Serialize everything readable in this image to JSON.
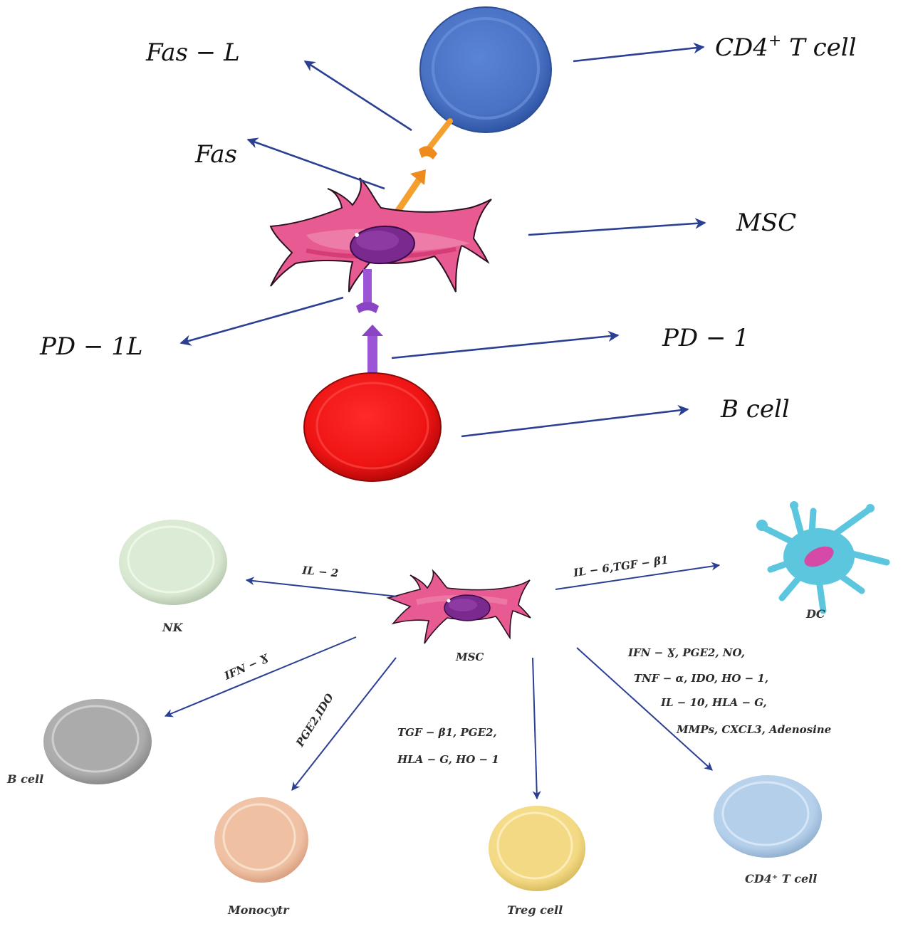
{
  "top_panel": {
    "labels": {
      "fas_l": "Fas − L",
      "cd4_t_cell": "CD4",
      "cd4_sup": "+",
      "cd4_t_cell_suffix": " T cell",
      "fas": "Fas",
      "msc": "MSC",
      "pd_1l": "PD − 1L",
      "pd_1": "PD − 1",
      "b_cell": "B cell"
    },
    "colors": {
      "cd4_cell": "#4a74c9",
      "b_cell": "#ee1a1a",
      "msc_body": "#e8508a",
      "msc_nucleus": "#7a2a8e",
      "fas_receptor": "#f4a02e",
      "pd1_receptor": "#9b55d6",
      "arrow": "#2b3f93"
    }
  },
  "bottom_panel": {
    "center": {
      "label": "MSC"
    },
    "targets": [
      {
        "id": "nk",
        "label": "NK",
        "signal": "IL − 2",
        "color": "#dcebd6"
      },
      {
        "id": "dc",
        "label": "DC",
        "signal": "IL − 6,TGF − β1",
        "color": "#5cc6df"
      },
      {
        "id": "b-cell",
        "label": "B cell",
        "signal": "IFN − Ɣ",
        "color": "#b3b3b3"
      },
      {
        "id": "monocyte",
        "label": "Monocytr",
        "signal": "PGE2,IDO",
        "color": "#f2c5a8"
      },
      {
        "id": "treg",
        "label": "Treg cell",
        "signal_lines": [
          "TGF − β1, PGE2,",
          "HLA − G, HO − 1"
        ],
        "color": "#f6df8e"
      },
      {
        "id": "cd4",
        "label": "CD4⁺ T cell",
        "signal_lines": [
          "IFN − Ɣ, PGE2, NO,",
          "TNF − α, IDO, HO − 1,",
          "IL − 10, HLA − G,",
          "MMPs, CXCL3, Adenosine"
        ],
        "color": "#b9d3ec"
      }
    ]
  }
}
